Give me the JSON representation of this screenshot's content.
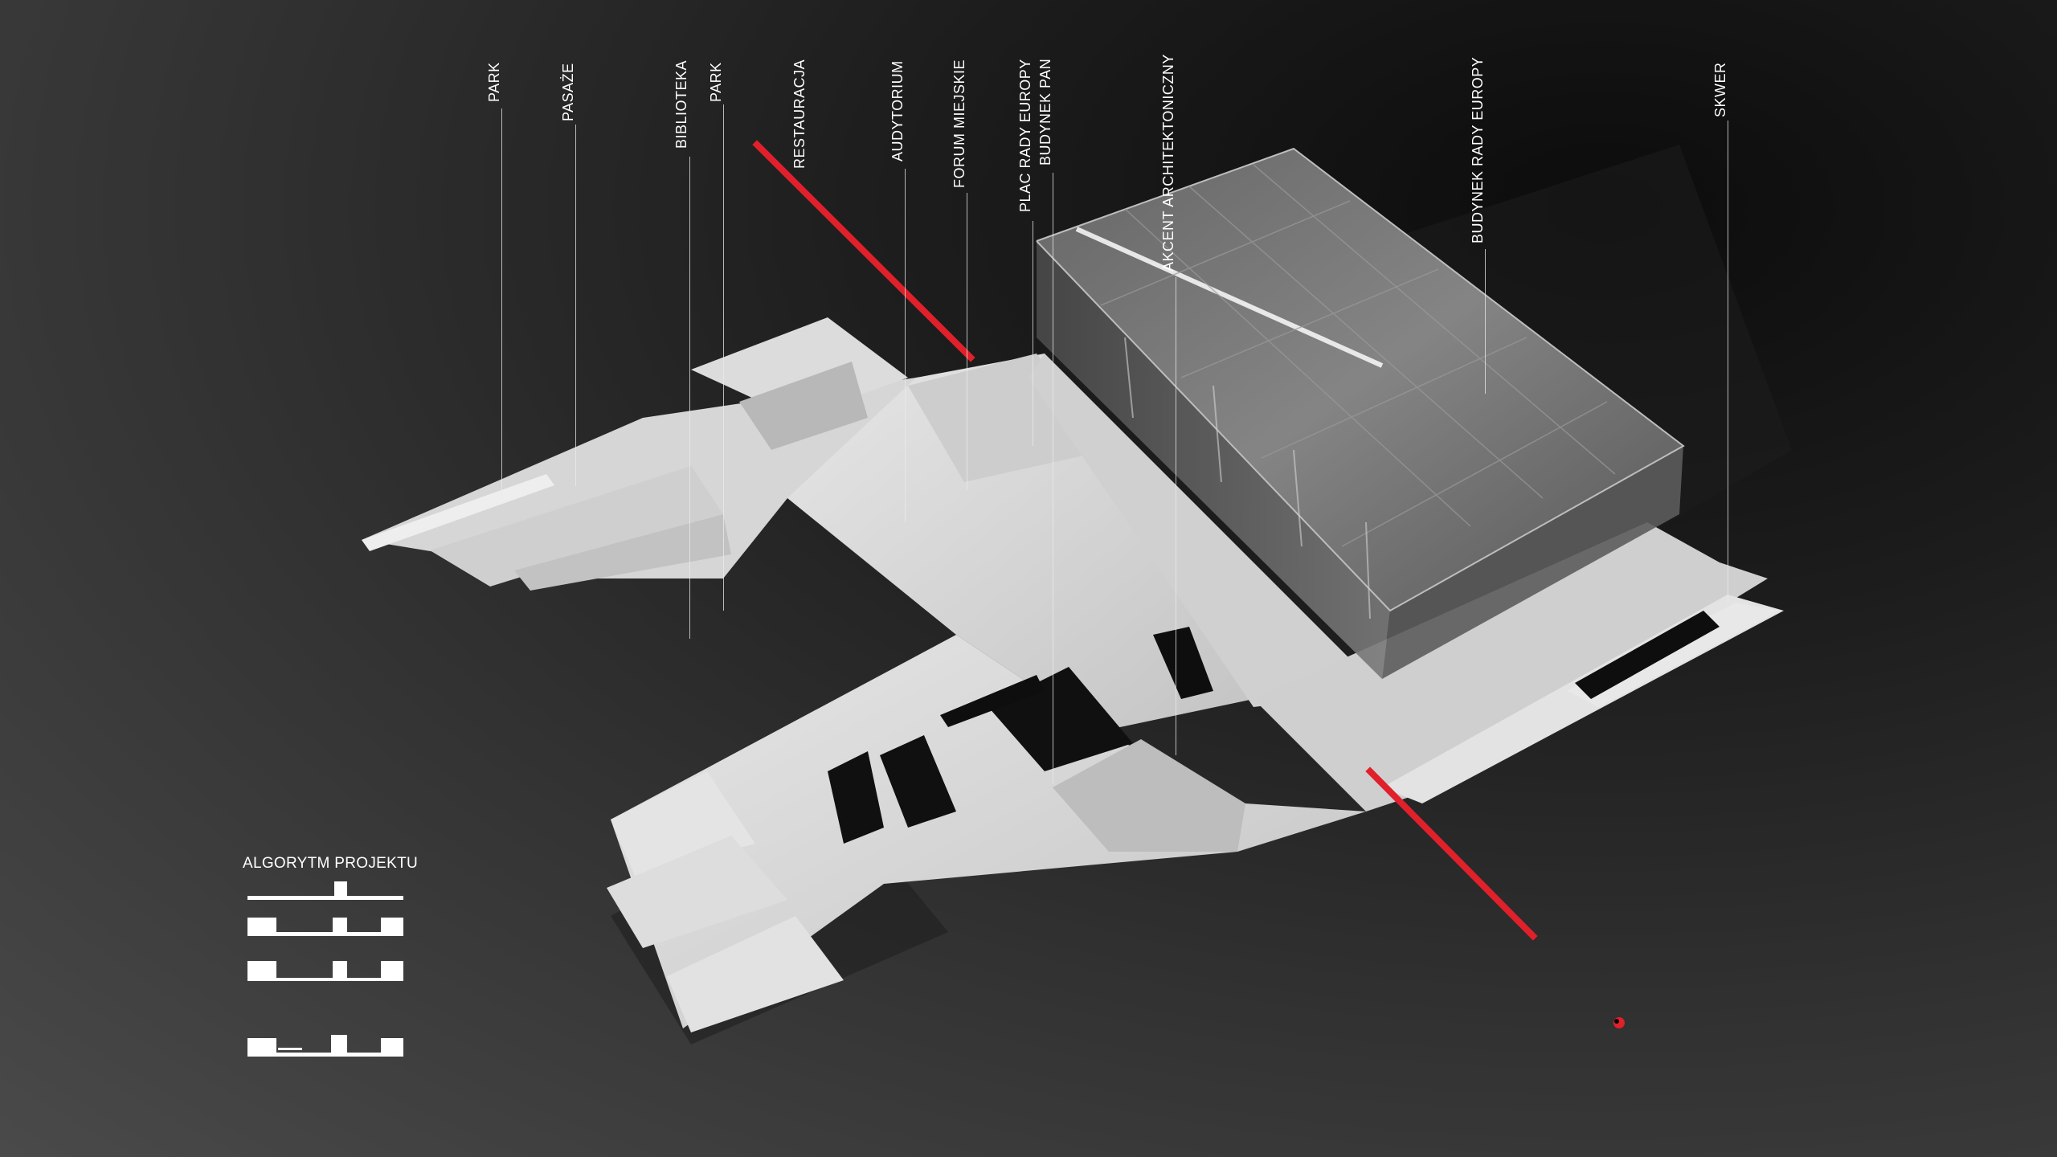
{
  "labels": [
    {
      "id": "park-1",
      "text": "PARK"
    },
    {
      "id": "pasaze",
      "text": "PASAŻE"
    },
    {
      "id": "biblioteka",
      "text": "BIBLIOTEKA"
    },
    {
      "id": "park-2",
      "text": "PARK"
    },
    {
      "id": "restauracja",
      "text": "RESTAURACJA"
    },
    {
      "id": "audytorium",
      "text": "AUDYTORIUM"
    },
    {
      "id": "forum-miejskie",
      "text": "FORUM MIEJSKIE"
    },
    {
      "id": "plac-rady-europy",
      "text": "PLAC RADY EUROPY"
    },
    {
      "id": "budynek-pan",
      "text": "BUDYNEK PAN"
    },
    {
      "id": "akcent-architektoniczny",
      "text": "AKCENT ARCHITEKTONICZNY"
    },
    {
      "id": "budynek-rady-europy",
      "text": "BUDYNEK RADY EUROPY"
    },
    {
      "id": "skwer",
      "text": "SKWER"
    }
  ],
  "legend": {
    "title": "ALGORYTM PROJEKTU"
  },
  "colors": {
    "accent": "#e0202a",
    "model": "#d8d8d8",
    "label": "#ffffff"
  }
}
